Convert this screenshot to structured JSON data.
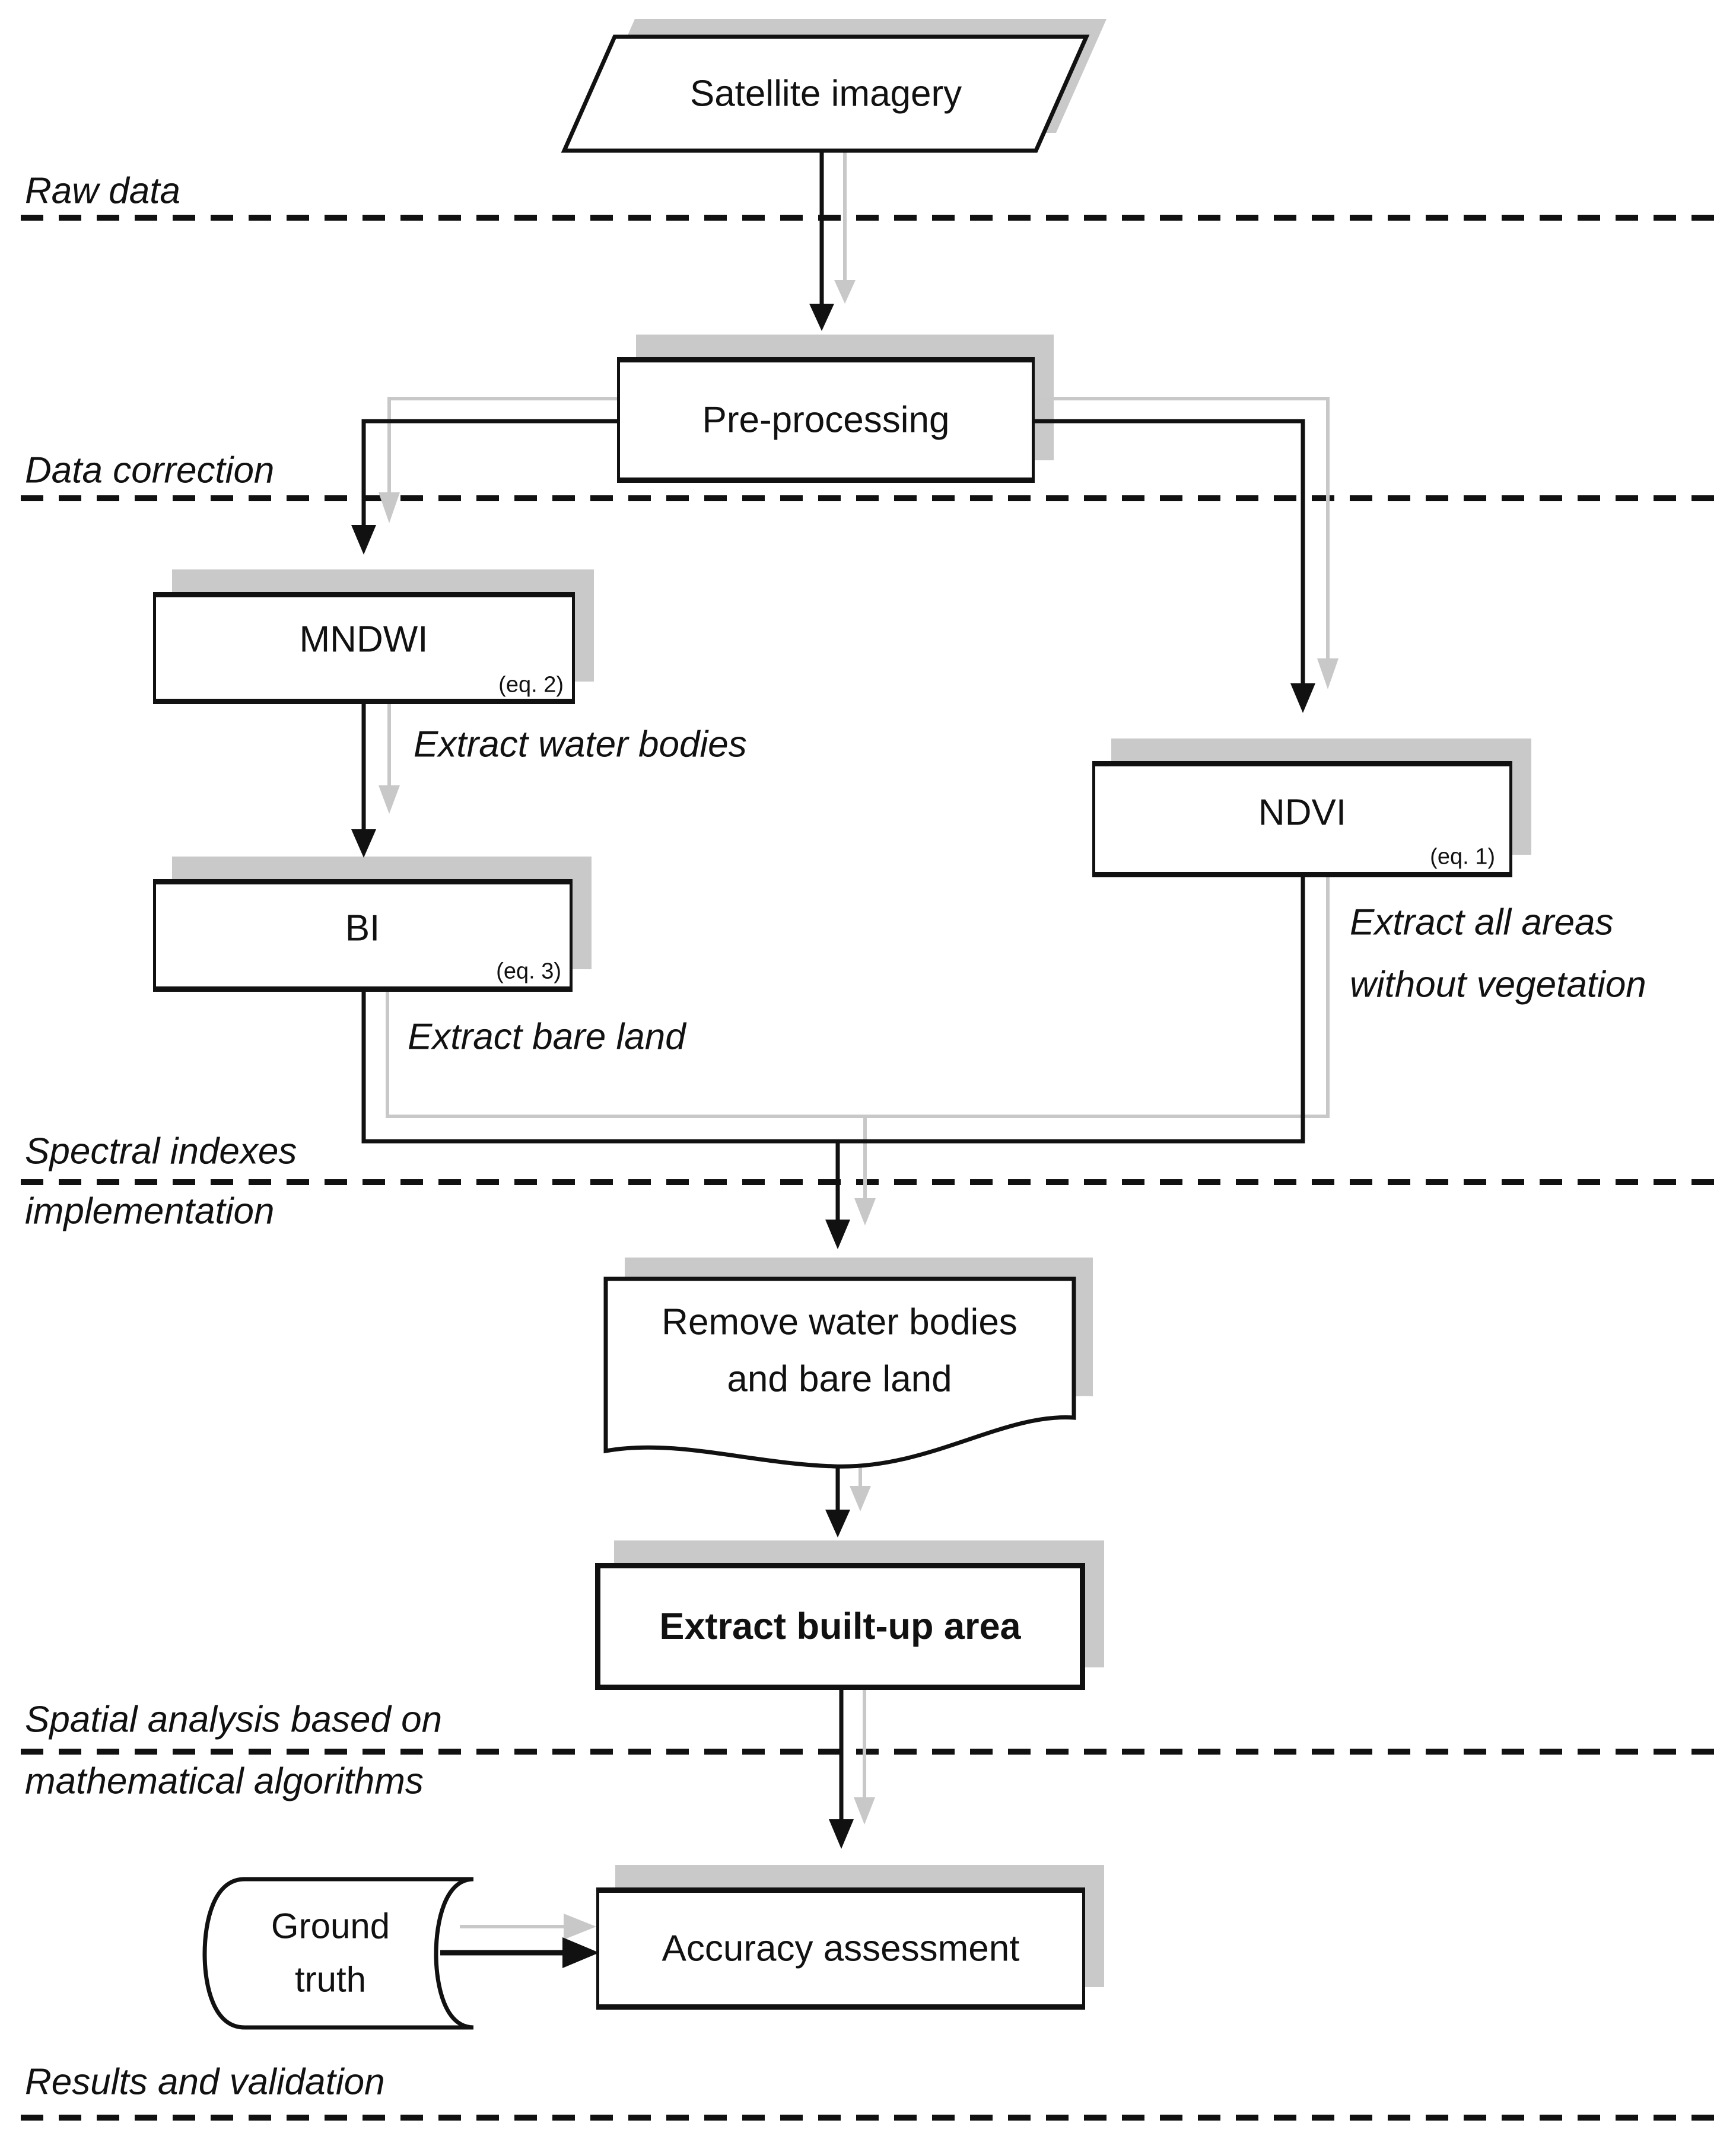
{
  "figure": {
    "stage_labels": {
      "raw_data": "Raw data",
      "data_correction": "Data correction",
      "spectral_line1": "Spectral indexes",
      "spectral_line2": "implementation",
      "spatial_line1": "Spatial analysis based on",
      "spatial_line2": "mathematical algorithms",
      "results": "Results and validation"
    },
    "nodes": {
      "satellite_imagery": "Satellite imagery",
      "preprocessing": "Pre-processing",
      "mndwi": "MNDWI",
      "mndwi_eq": "(eq. 2)",
      "bi": "BI",
      "bi_eq": "(eq. 3)",
      "ndvi": "NDVI",
      "ndvi_eq": "(eq. 1)",
      "remove_line1": "Remove water bodies",
      "remove_line2": "and bare land",
      "extract_builtup": "Extract built-up area",
      "ground_truth_line1": "Ground",
      "ground_truth_line2": "truth",
      "accuracy": "Accuracy assessment"
    },
    "annotations": {
      "water": "Extract water bodies",
      "bare_land": "Extract bare land",
      "vegetation_line1": "Extract all areas",
      "vegetation_line2": "without vegetation"
    },
    "colors": {
      "line_black": "#111111",
      "line_gray": "#c8c8c8",
      "shadow_gray": "#c9c9c9",
      "background": "#ffffff"
    }
  }
}
